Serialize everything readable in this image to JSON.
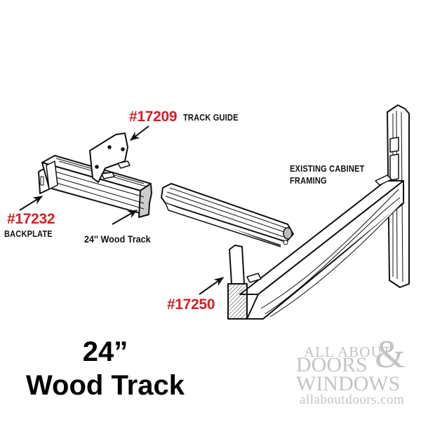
{
  "diagram": {
    "parts": [
      {
        "number": "#17209",
        "caption": "TRACK GUIDE"
      },
      {
        "number": "#17232",
        "caption": "BACKPLATE"
      },
      {
        "number": "#17250",
        "caption": ""
      }
    ],
    "labels": {
      "wood_track": "24'' Wood Track",
      "framing_line1": "EXISTING CABINET",
      "framing_line2": "FRAMING"
    },
    "title": {
      "line1": "24”",
      "line2": "Wood Track"
    },
    "colors": {
      "part_number": "#d21f26",
      "caption": "#111111",
      "line_art": "#111111",
      "watermark": "#c4c4c4"
    }
  },
  "watermark": {
    "line1": "ALL ABOUT",
    "line2": "DOORS",
    "ampersand": "&",
    "line3": "WINDOWS",
    "url": "allaboutdoors.com"
  }
}
